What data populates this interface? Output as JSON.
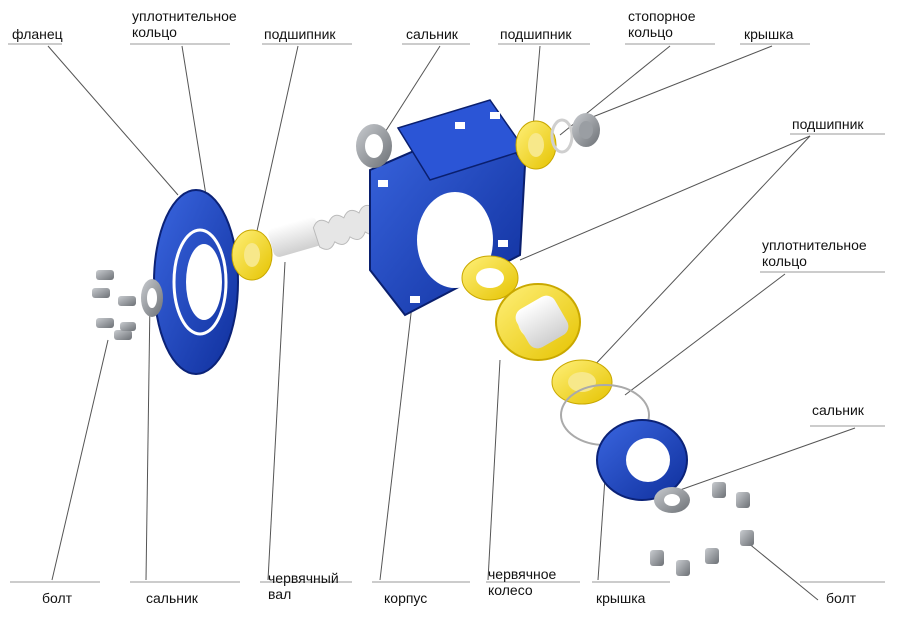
{
  "labels": {
    "flange": "фланец",
    "seal_ring_top_l1": "уплотнительное",
    "seal_ring_top_l2": "кольцо",
    "bearing_top_left": "подшипник",
    "oil_seal_top": "сальник",
    "bearing_top_mid": "подшипник",
    "retaining_ring_l1": "стопорное",
    "retaining_ring_l2": "кольцо",
    "cover_top": "крышка",
    "bearing_right": "подшипник",
    "seal_ring_right_l1": "уплотнительное",
    "seal_ring_right_l2": "кольцо",
    "oil_seal_right": "сальник",
    "bolt_left": "болт",
    "oil_seal_bottom": "сальник",
    "worm_shaft_l1": "червячный",
    "worm_shaft_l2": "вал",
    "housing": "корпус",
    "worm_wheel_l1": "червячное",
    "worm_wheel_l2": "колесо",
    "cover_bottom": "крышка",
    "bolt_right": "болт"
  },
  "colors": {
    "housing_blue": "#1f48c8",
    "housing_dark": "#0e2a8a",
    "bearing_yellow": "#f5dc2e",
    "bearing_dark": "#d6b800",
    "metal_white": "#f2f2f2",
    "bolt_gray": "#8a8e92",
    "leader_line": "#555555"
  }
}
